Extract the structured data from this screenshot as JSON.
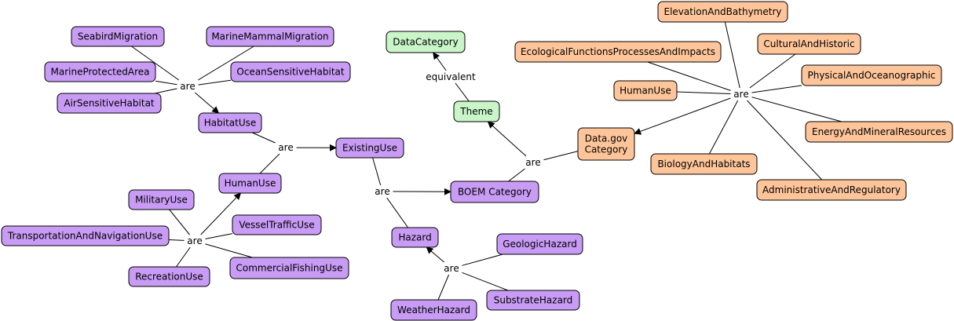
{
  "colors": {
    "purple": "#C89BF5",
    "green": "#C9F5C9",
    "orange": "#FFC59A",
    "stroke": "#000000",
    "background": "#FFFFFF"
  },
  "concepts": {
    "seabird": "SeabirdMigration",
    "marine_mammal": "MarineMammalMigration",
    "mpa": "MarineProtectedArea",
    "ocean_sensitive": "OceanSensitiveHabitat",
    "air_sensitive": "AirSensitiveHabitat",
    "habitat_use": "HabitatUse",
    "existing_use": "ExistingUse",
    "human_use_left": "HumanUse",
    "military": "MilitaryUse",
    "transportation": "TransportationAndNavigationUse",
    "vessel": "VesselTrafficUse",
    "recreation": "RecreationUse",
    "commercial_fishing": "CommercialFishingUse",
    "hazard": "Hazard",
    "geologic": "GeologicHazard",
    "weather": "WeatherHazard",
    "substrate": "SubstrateHazard",
    "data_category": "DataCategory",
    "theme": "Theme",
    "boem": "BOEM Category",
    "datagov": "Data.gov\nCategory",
    "elevation": "ElevationAndBathymetry",
    "ecological": "EcologicalFunctionsProcessesAndImpacts",
    "cultural": "CulturalAndHistoric",
    "physical": "PhysicalAndOceanographic",
    "human_use_right": "HumanUse",
    "energy": "EnergyAndMineralResources",
    "biology": "BiologyAndHabitats",
    "administrative": "AdministrativeAndRegulatory"
  },
  "linking_phrases": {
    "habitat_are": "are",
    "existing_are": "are",
    "human_are": "are",
    "boem_are": "are",
    "hazard_are": "are",
    "theme_are": "are",
    "datagov_are": "are",
    "equivalent": "equivalent"
  },
  "relations": [
    {
      "from": [
        "seabird",
        "marine_mammal",
        "mpa",
        "ocean_sensitive",
        "air_sensitive"
      ],
      "via": "habitat_are",
      "to": [
        "habitat_use"
      ]
    },
    {
      "from": [
        "habitat_use",
        "human_use_left"
      ],
      "via": "existing_are",
      "to": [
        "existing_use"
      ]
    },
    {
      "from": [
        "military",
        "transportation",
        "vessel",
        "recreation",
        "commercial_fishing"
      ],
      "via": "human_are",
      "to": [
        "human_use_left"
      ]
    },
    {
      "from": [
        "existing_use",
        "hazard"
      ],
      "via": "boem_are",
      "to": [
        "boem"
      ]
    },
    {
      "from": [
        "geologic",
        "weather",
        "substrate"
      ],
      "via": "hazard_are",
      "to": [
        "hazard"
      ]
    },
    {
      "from": [
        "boem",
        "datagov"
      ],
      "via": "theme_are",
      "to": [
        "theme"
      ]
    },
    {
      "from": [
        "elevation",
        "ecological",
        "cultural",
        "physical",
        "human_use_right",
        "energy",
        "biology",
        "administrative"
      ],
      "via": "datagov_are",
      "to": [
        "datagov"
      ]
    },
    {
      "from": [
        "theme"
      ],
      "via": "equivalent",
      "to": [
        "data_category"
      ]
    }
  ]
}
